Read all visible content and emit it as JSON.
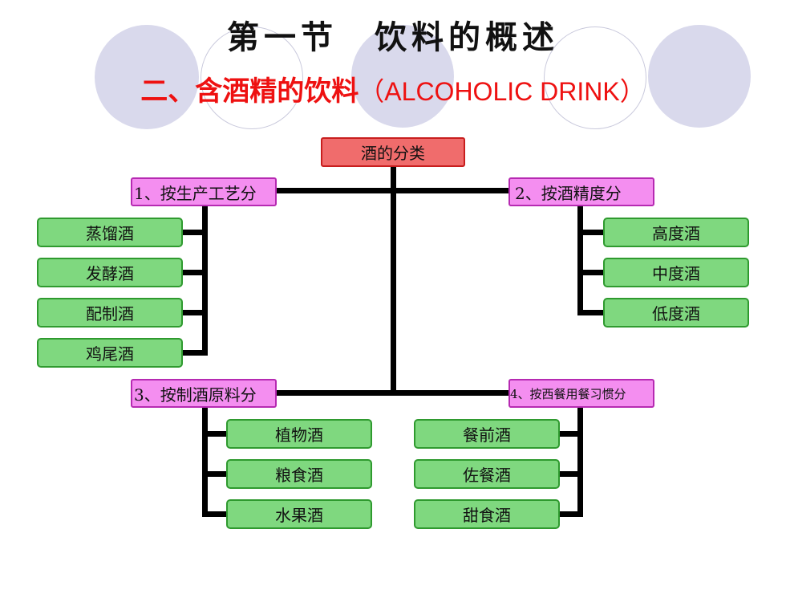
{
  "title": "第一节　饮料的概述",
  "subtitle": {
    "cn": "二、含酒精的饮料",
    "en": "（ALCOHOLIC DRINK）"
  },
  "root": "酒的分类",
  "groups": [
    {
      "label": "1、按生产工艺分",
      "items": [
        "蒸馏酒",
        "发酵酒",
        "配制酒",
        "鸡尾酒"
      ]
    },
    {
      "label": "2、按酒精度分",
      "items": [
        "高度酒",
        "中度酒",
        "低度酒"
      ]
    },
    {
      "label": "3、按制酒原料分",
      "items": [
        "植物酒",
        "粮食酒",
        "水果酒"
      ]
    },
    {
      "label": "4、按西餐用餐习惯分",
      "items": [
        "餐前酒",
        "佐餐酒",
        "甜食酒"
      ]
    }
  ]
}
